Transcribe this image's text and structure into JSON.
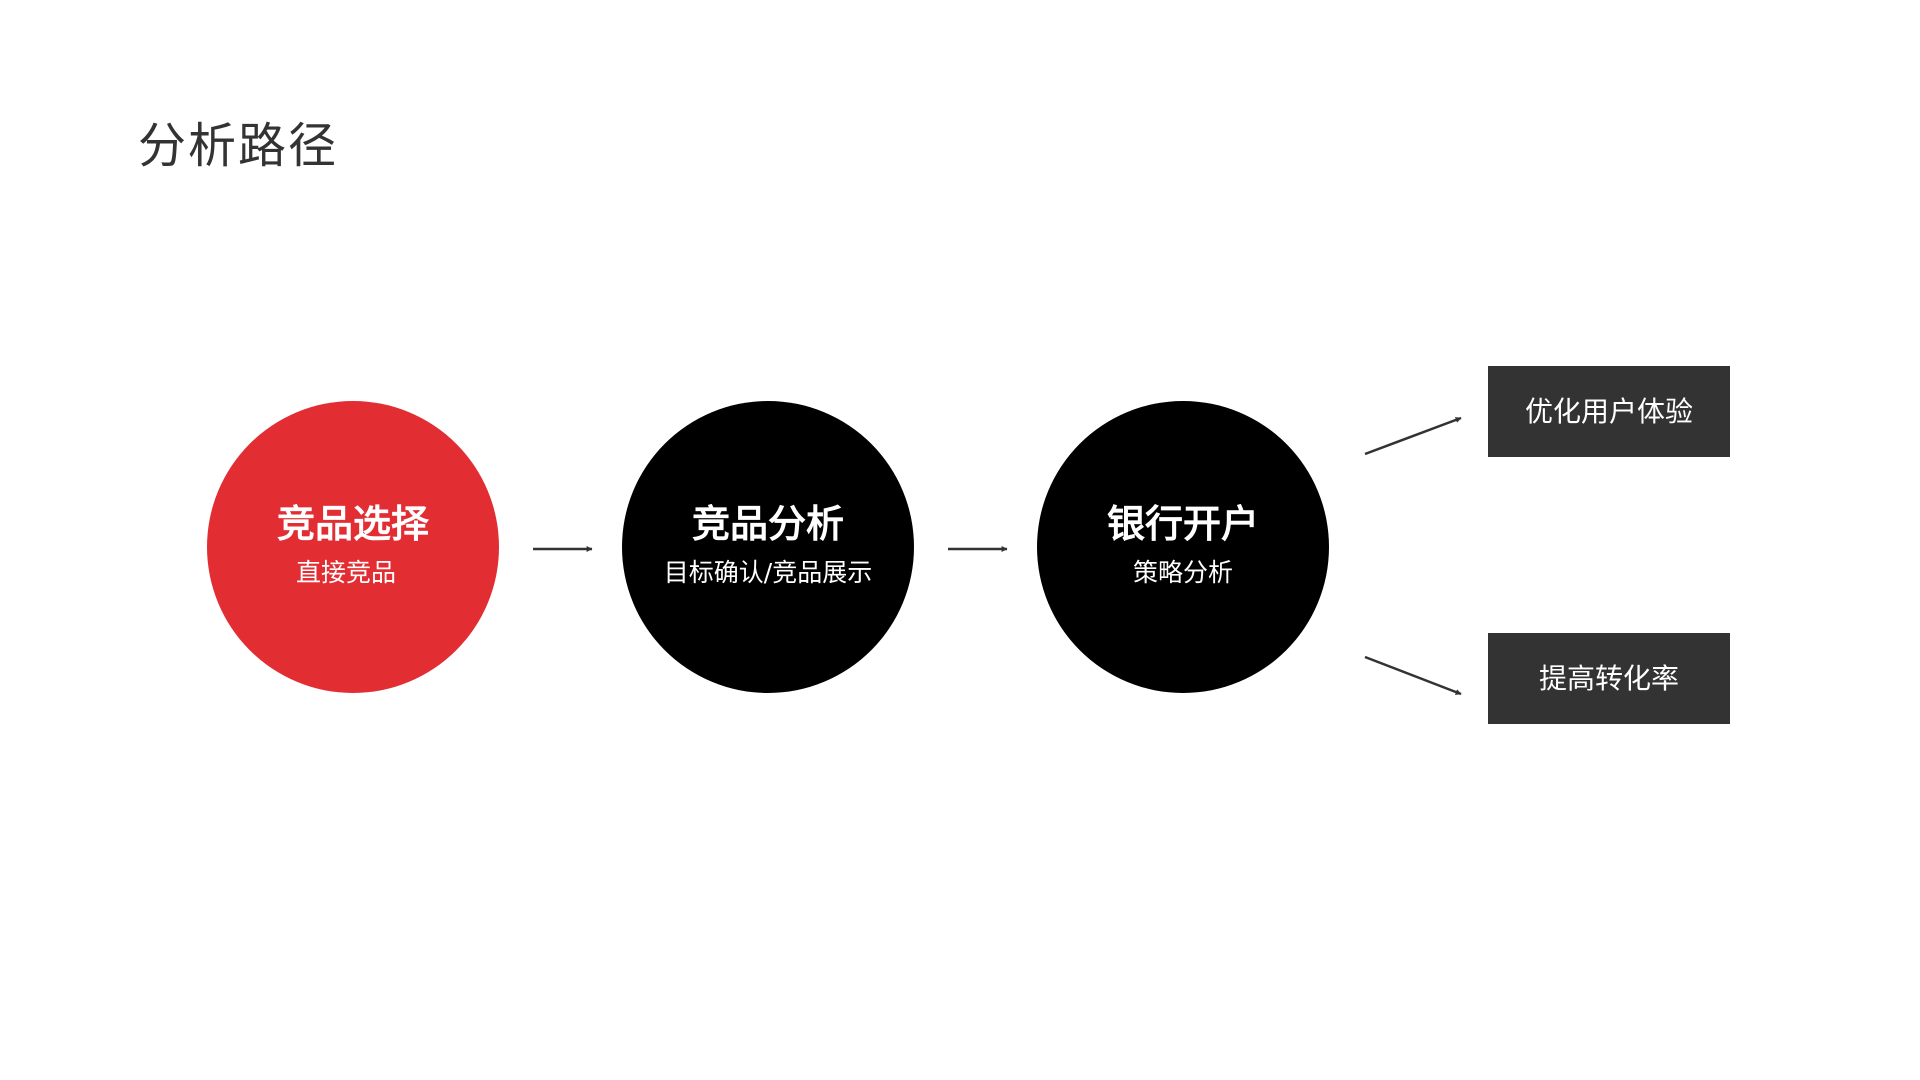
{
  "title": "分析路径",
  "colors": {
    "accent": "#e22d33",
    "dark": "#000000",
    "box": "#333333",
    "arrow": "#333333",
    "text_light": "#ffffff",
    "title_text": "#333333"
  },
  "nodes": [
    {
      "title": "竞品选择",
      "subtitle": "直接竞品",
      "color": "#e22d33"
    },
    {
      "title": "竞品分析",
      "subtitle": "目标确认/竞品展示",
      "color": "#000000"
    },
    {
      "title": "银行开户",
      "subtitle": "策略分析",
      "color": "#000000"
    }
  ],
  "outcomes": [
    {
      "label": "优化用户体验"
    },
    {
      "label": "提高转化率"
    }
  ],
  "connections": [
    {
      "from": "nodes.0",
      "to": "nodes.1"
    },
    {
      "from": "nodes.1",
      "to": "nodes.2"
    },
    {
      "from": "nodes.2",
      "to": "outcomes.0"
    },
    {
      "from": "nodes.2",
      "to": "outcomes.1"
    }
  ]
}
